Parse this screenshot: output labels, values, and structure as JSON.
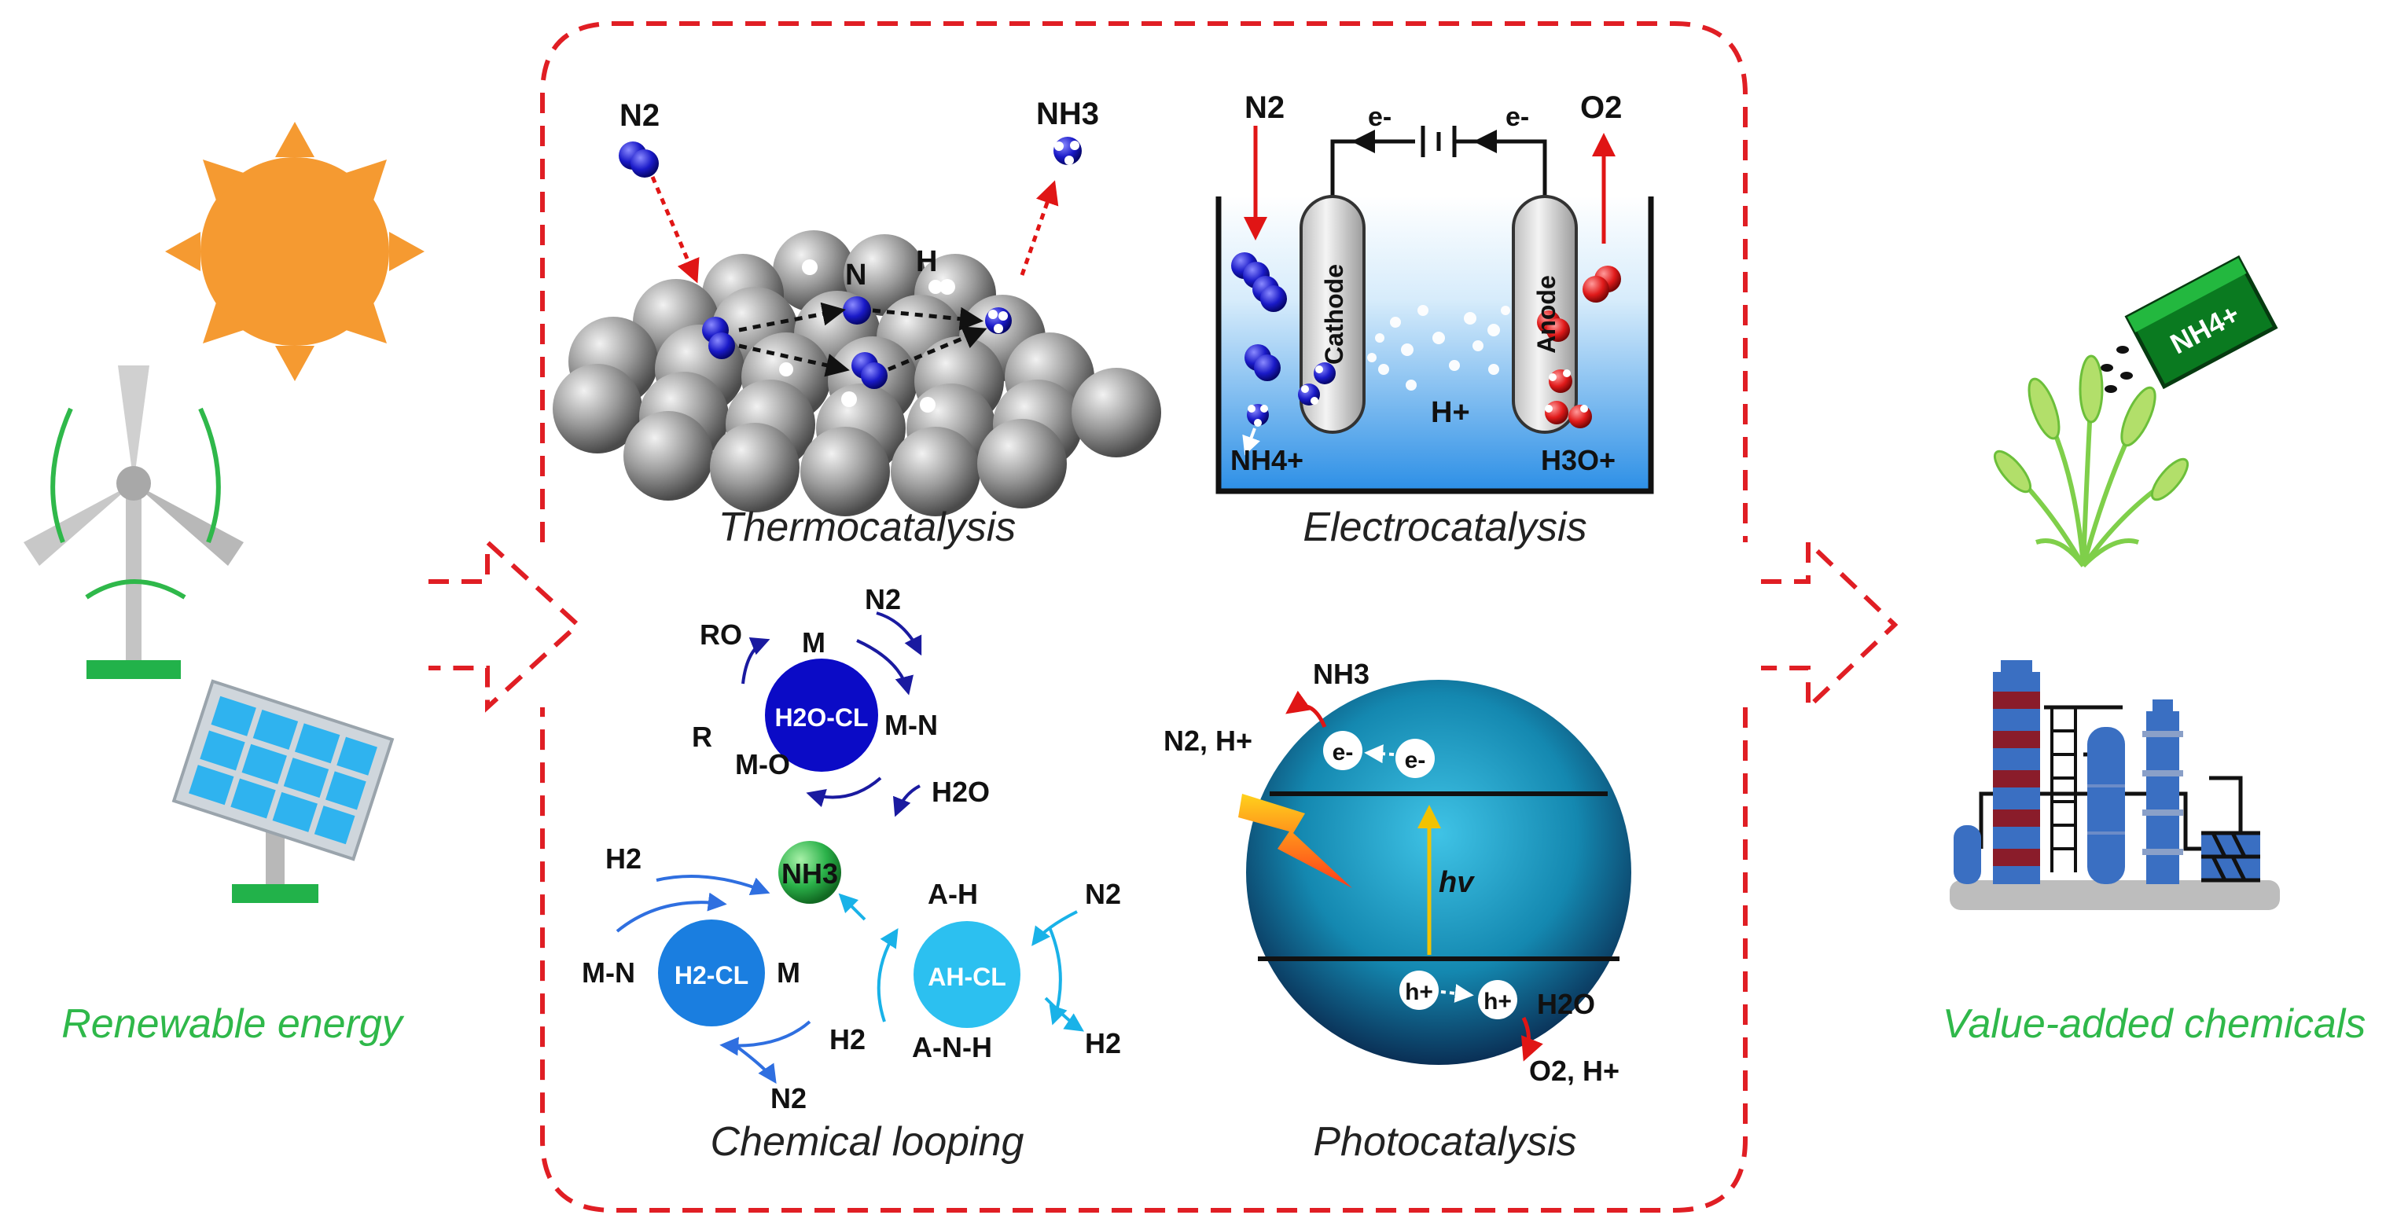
{
  "left": {
    "caption": "Renewable energy"
  },
  "right": {
    "caption": "Value-added chemicals",
    "bag_label": "NH4+"
  },
  "thermo": {
    "caption": "Thermocatalysis",
    "n2": "N2",
    "nh3": "NH3",
    "n": "N",
    "h": "H"
  },
  "electro": {
    "caption": "Electrocatalysis",
    "n2": "N2",
    "o2": "O2",
    "e_left": "e-",
    "e_right": "e-",
    "cathode": "Cathode",
    "anode": "Anode",
    "hplus": "H+",
    "nh4": "NH4+",
    "h3o": "H3O+"
  },
  "looping": {
    "caption": "Chemical looping",
    "h2o_cl": "H2O-CL",
    "h2_cl": "H2-CL",
    "ah_cl": "AH-CL",
    "nh3": "NH3",
    "ro": "RO",
    "r": "R",
    "m_top": "M",
    "mn_top": "M-N",
    "mo": "M-O",
    "n2_top": "N2",
    "h2o": "H2O",
    "h2_left": "H2",
    "mn_left": "M-N",
    "m_left": "M",
    "n2_bottom": "N2",
    "ah": "A-H",
    "anh": "A-N-H",
    "n2_right": "N2",
    "h2_bot_left": "H2",
    "h2_bot_right": "H2"
  },
  "photo": {
    "caption": "Photocatalysis",
    "nh3": "NH3",
    "n2h": "N2, H+",
    "e1": "e-",
    "e2": "e-",
    "hv": "hv",
    "h1": "h+",
    "h2": "h+",
    "h2o": "H2O",
    "o2h": "O2, H+"
  }
}
